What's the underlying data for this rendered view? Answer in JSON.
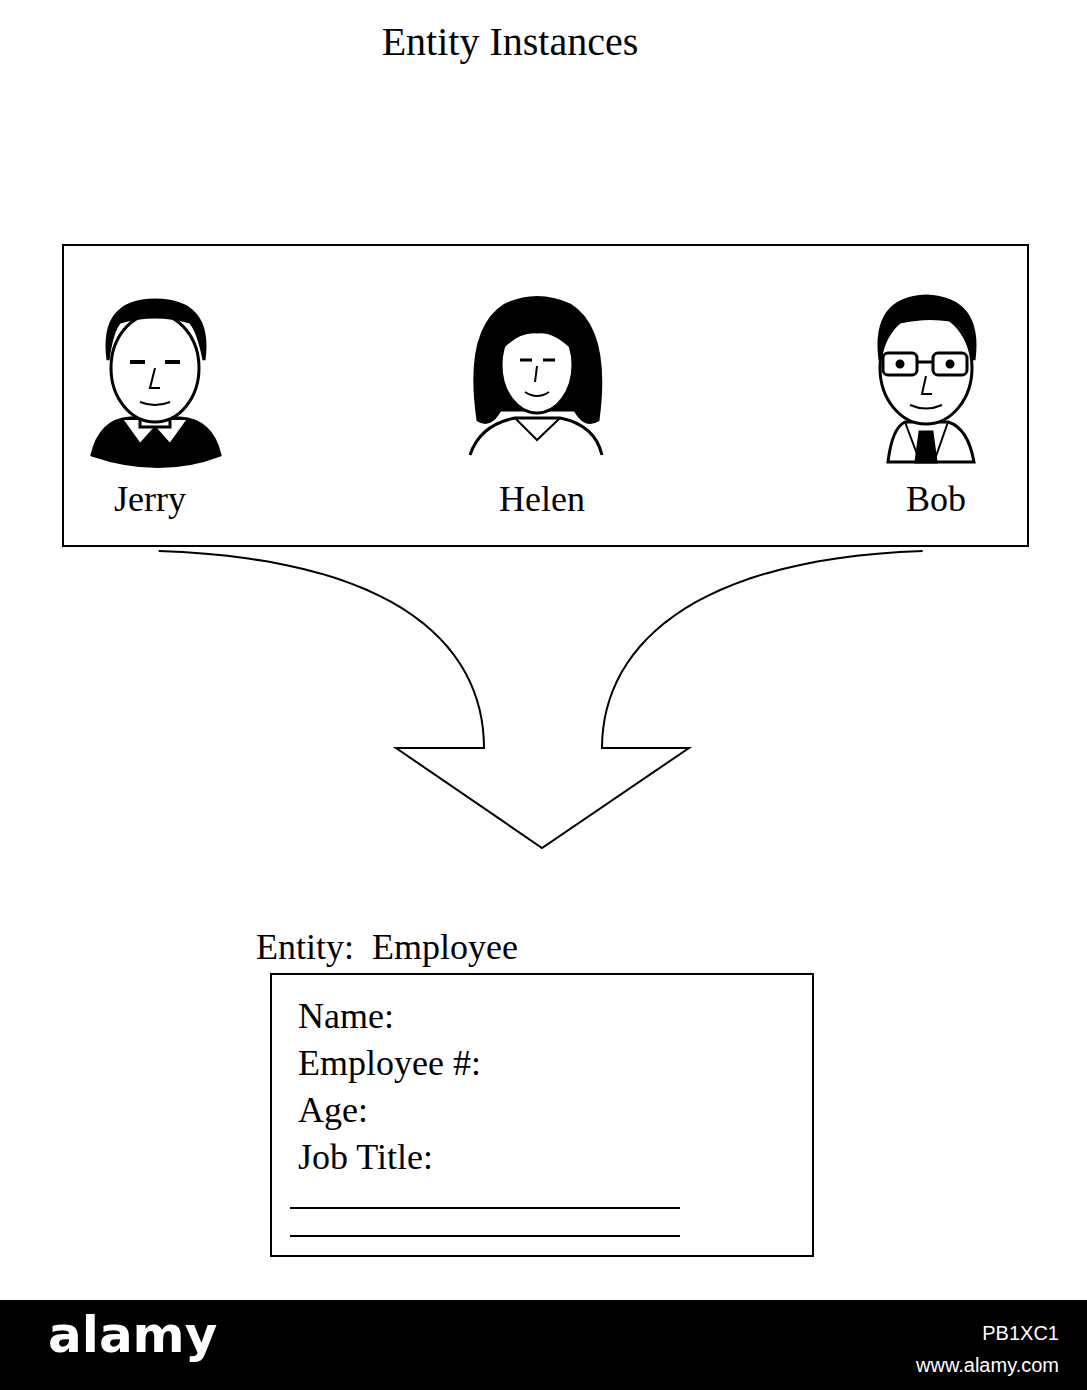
{
  "diagram": {
    "title": "Entity Instances",
    "nodes": [
      {
        "text": [
          "Jerry",
          "Helen",
          "Bob"
        ]
      },
      {
        "text": [
          "Entity:  Employee",
          "Name:",
          "Employee #:",
          "Age:",
          "Job Title:"
        ]
      }
    ],
    "edges": [
      {
        "from": 0,
        "to": 1,
        "arrow": "to"
      }
    ],
    "labels": [
      "alamy",
      "PB1XC1",
      "www.alamy.com"
    ]
  }
}
